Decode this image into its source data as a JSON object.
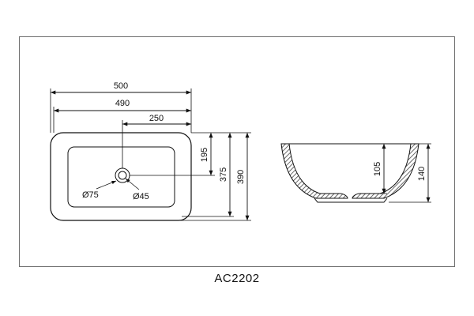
{
  "title": "AC2202",
  "top_view": {
    "dim_overall_width": "500",
    "dim_inner_width": "490",
    "dim_half_width": "250",
    "dim_drain_offset": "195",
    "dim_inner_depth": "375",
    "dim_overall_depth": "390",
    "drain_outer": "Ø75",
    "drain_inner": "Ø45"
  },
  "side_view": {
    "dim_inner_height": "105",
    "dim_overall_height": "140"
  },
  "colors": {
    "line": "#111111",
    "hatch": "#555555",
    "frame": "#6f6f6f"
  }
}
